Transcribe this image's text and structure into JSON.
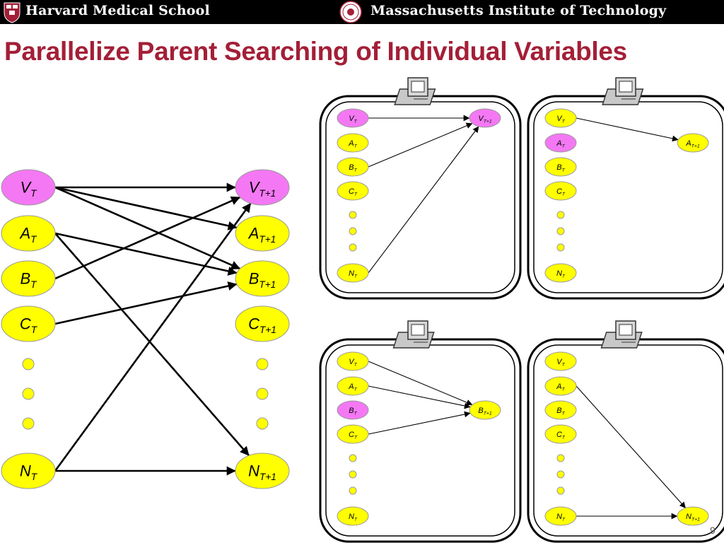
{
  "header": {
    "left_institution": "Harvard Medical School",
    "right_institution": "Massachusetts Institute of Technology",
    "background_color": "#000000",
    "text_color": "#ffffff"
  },
  "title": "Parallelize Parent Searching of Individual Variables",
  "title_color": "#a31f37",
  "page_number": "9",
  "colors": {
    "highlight_node": "#f478f4",
    "node": "#ffff00",
    "edge": "#000000"
  },
  "main_network": {
    "source_nodes": [
      {
        "id": "V",
        "letter": "V",
        "sub": "T",
        "highlight": true
      },
      {
        "id": "A",
        "letter": "A",
        "sub": "T",
        "highlight": false
      },
      {
        "id": "B",
        "letter": "B",
        "sub": "T",
        "highlight": false
      },
      {
        "id": "C",
        "letter": "C",
        "sub": "T",
        "highlight": false
      },
      {
        "id": "N",
        "letter": "N",
        "sub": "T",
        "highlight": false
      }
    ],
    "target_nodes": [
      {
        "id": "V",
        "letter": "V",
        "sub": "T+1",
        "highlight": true
      },
      {
        "id": "A",
        "letter": "A",
        "sub": "T+1",
        "highlight": false
      },
      {
        "id": "B",
        "letter": "B",
        "sub": "T+1",
        "highlight": false
      },
      {
        "id": "C",
        "letter": "C",
        "sub": "T+1",
        "highlight": false
      },
      {
        "id": "N",
        "letter": "N",
        "sub": "T+1",
        "highlight": false
      }
    ],
    "edges": [
      [
        "V",
        "V"
      ],
      [
        "V",
        "A"
      ],
      [
        "V",
        "B"
      ],
      [
        "A",
        "B"
      ],
      [
        "A",
        "N"
      ],
      [
        "B",
        "V"
      ],
      [
        "C",
        "B"
      ],
      [
        "N",
        "V"
      ],
      [
        "N",
        "N"
      ]
    ]
  },
  "computer_panels": [
    {
      "target": {
        "letter": "V",
        "sub": "T+1"
      },
      "parents": [
        "V",
        "B",
        "N"
      ]
    },
    {
      "target": {
        "letter": "A",
        "sub": "T+1"
      },
      "parents": [
        "V"
      ]
    },
    {
      "target": {
        "letter": "B",
        "sub": "T+1"
      },
      "parents": [
        "V",
        "A",
        "C"
      ]
    },
    {
      "target": {
        "letter": "N",
        "sub": "T+1"
      },
      "parents": [
        "A",
        "N"
      ]
    }
  ]
}
